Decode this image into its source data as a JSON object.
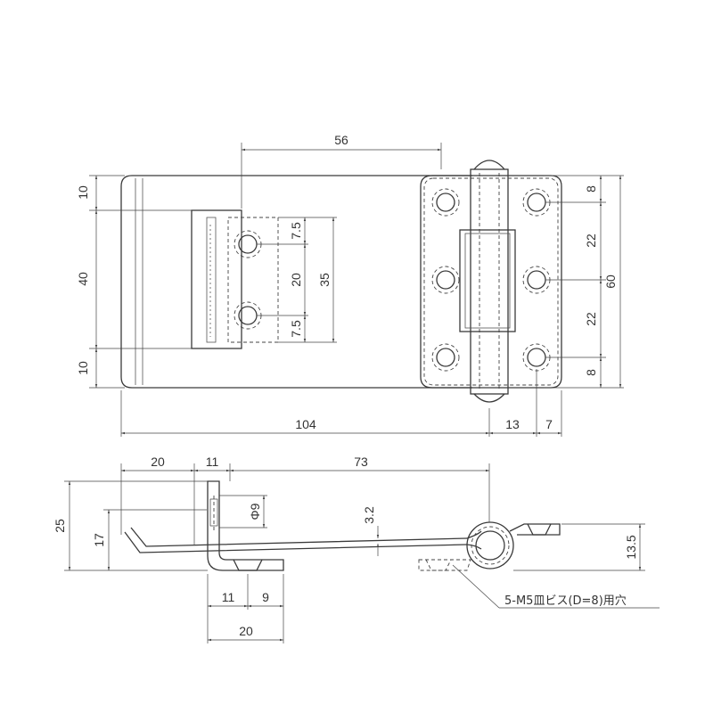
{
  "top_view": {
    "dim_56": "56",
    "dim_104": "104",
    "dim_13": "13",
    "dim_7_bottom": "7",
    "dim_10_top": "10",
    "dim_40": "40",
    "dim_10_bottom": "10",
    "dim_7_5_top": "7.5",
    "dim_20": "20",
    "dim_7_5_bottom": "7.5",
    "dim_35": "35",
    "dim_8_top": "8",
    "dim_22_top": "22",
    "dim_22_bottom": "22",
    "dim_8_bottom": "8",
    "dim_60": "60"
  },
  "side_view": {
    "dim_20_top": "20",
    "dim_11_top": "11",
    "dim_73": "73",
    "dim_25": "25",
    "dim_17": "17",
    "dim_phi9": "Φ9",
    "dim_3_2": "3.2",
    "dim_13_5": "13.5",
    "dim_11_bottom": "11",
    "dim_9_bottom": "9",
    "dim_20_bottom": "20",
    "note_screw": "5-M5皿ビス(D=8)用穴"
  }
}
